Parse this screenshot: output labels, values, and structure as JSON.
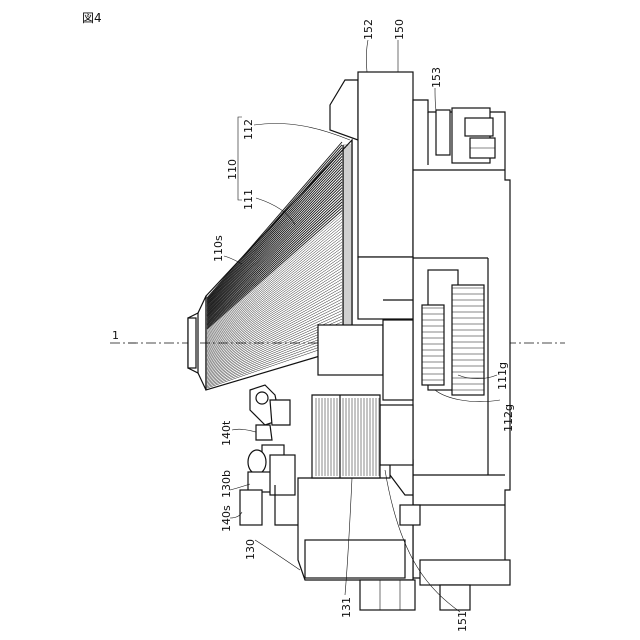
{
  "figure": {
    "title": "図4"
  },
  "labels": {
    "axis": "1",
    "brush": "110",
    "brush_inner": "111",
    "brush_outer": "112",
    "brush_surface": "110s",
    "gear_outer": "111g",
    "gear_inner": "112g",
    "housing": "150",
    "housing_top": "152",
    "bracket": "153",
    "wall": "151",
    "arm": "130",
    "arm_bearing": "130b",
    "bristle_block": "131",
    "shaft_tip": "140t",
    "shaft_support": "140s"
  }
}
